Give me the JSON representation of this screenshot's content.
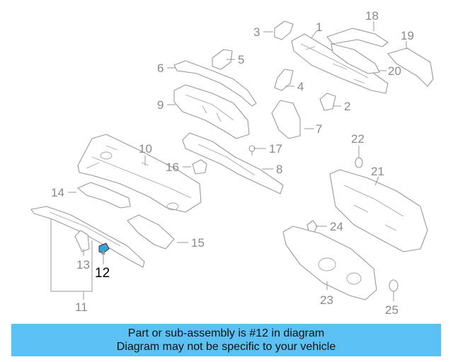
{
  "diagram": {
    "callouts": [
      {
        "id": "1",
        "label": "1"
      },
      {
        "id": "2",
        "label": "2"
      },
      {
        "id": "3",
        "label": "3"
      },
      {
        "id": "4",
        "label": "4"
      },
      {
        "id": "5",
        "label": "5"
      },
      {
        "id": "6",
        "label": "6"
      },
      {
        "id": "7",
        "label": "7"
      },
      {
        "id": "8",
        "label": "8"
      },
      {
        "id": "9",
        "label": "9"
      },
      {
        "id": "10",
        "label": "10"
      },
      {
        "id": "11",
        "label": "11"
      },
      {
        "id": "12",
        "label": "12"
      },
      {
        "id": "13",
        "label": "13"
      },
      {
        "id": "14",
        "label": "14"
      },
      {
        "id": "15",
        "label": "15"
      },
      {
        "id": "16",
        "label": "16"
      },
      {
        "id": "17",
        "label": "17"
      },
      {
        "id": "18",
        "label": "18"
      },
      {
        "id": "19",
        "label": "19"
      },
      {
        "id": "20",
        "label": "20"
      },
      {
        "id": "21",
        "label": "21"
      },
      {
        "id": "22",
        "label": "22"
      },
      {
        "id": "23",
        "label": "23"
      },
      {
        "id": "24",
        "label": "24"
      },
      {
        "id": "25",
        "label": "25"
      }
    ],
    "highlighted_part": "12",
    "highlight_color": "#3aa0d8"
  },
  "banner": {
    "line1": "Part or sub-assembly is #12 in diagram",
    "line2": "Diagram may not be specific to your vehicle",
    "background_color": "#5bc0f2"
  }
}
